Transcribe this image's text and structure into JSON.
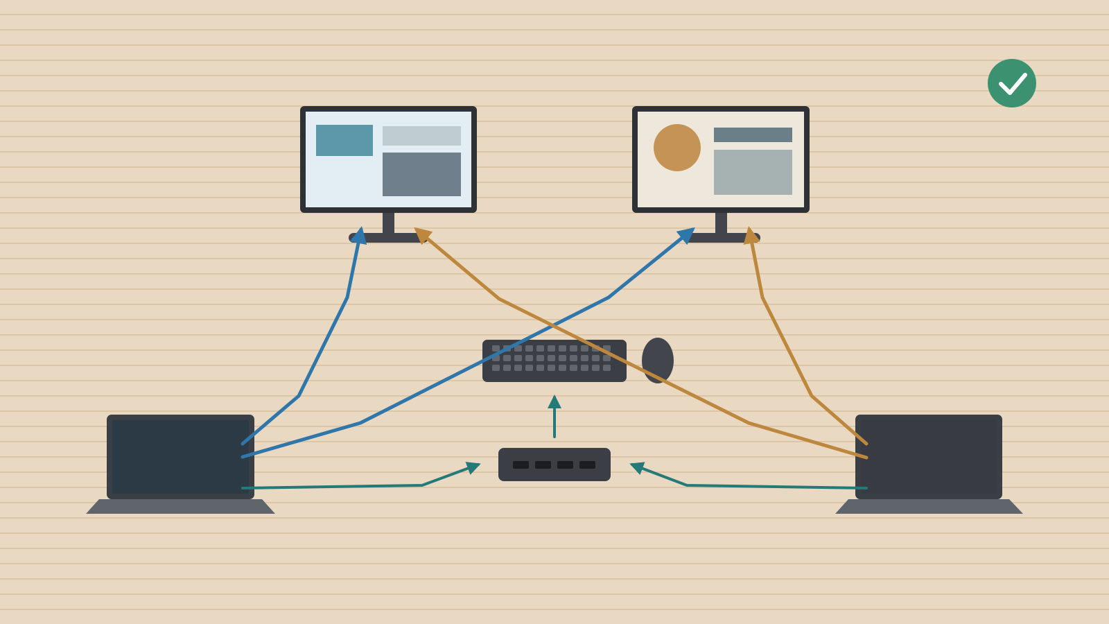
{
  "colors": {
    "background": "#e9d9c2",
    "desk_lines": "#dcc6a6",
    "cable_blue": "#2f76aa",
    "cable_orange": "#bd873d",
    "cable_teal": "#247a78",
    "device_dark": "#3b3f45",
    "laptop_left_screen": "#2b3a44",
    "laptop_right_screen": "#383c42",
    "status_ok": "#3b9170"
  },
  "status": {
    "icon": "check-circle-icon",
    "state": "ok"
  },
  "devices": {
    "monitor_left": {
      "icon": "monitor-icon",
      "screen_style": "light-blue layout"
    },
    "monitor_right": {
      "icon": "monitor-icon",
      "screen_style": "cream layout with circle"
    },
    "keyboard": {
      "icon": "keyboard-icon"
    },
    "mouse": {
      "icon": "mouse-icon"
    },
    "kvm_switch": {
      "icon": "usb-hub-icon",
      "ports": 4
    },
    "laptop_left": {
      "icon": "laptop-icon"
    },
    "laptop_right": {
      "icon": "laptop-icon"
    }
  },
  "connections": [
    {
      "from": "laptop_left",
      "to": "monitor_left",
      "color": "cable_blue"
    },
    {
      "from": "laptop_left",
      "to": "monitor_right",
      "color": "cable_blue"
    },
    {
      "from": "laptop_right",
      "to": "monitor_left",
      "color": "cable_orange"
    },
    {
      "from": "laptop_right",
      "to": "monitor_right",
      "color": "cable_orange"
    },
    {
      "from": "laptop_left",
      "to": "kvm_switch",
      "color": "cable_teal"
    },
    {
      "from": "laptop_right",
      "to": "kvm_switch",
      "color": "cable_teal"
    },
    {
      "from": "kvm_switch",
      "to": "keyboard",
      "color": "cable_teal"
    }
  ]
}
